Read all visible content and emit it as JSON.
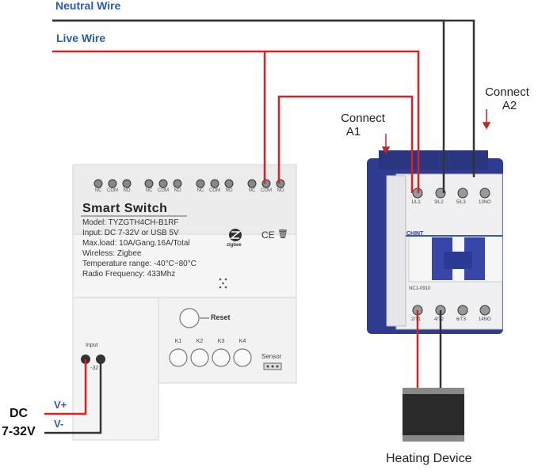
{
  "wires": {
    "neutral_label": "Neutral Wire",
    "live_label": "Live Wire",
    "neutral_color": "#333333",
    "live_color": "#e02020",
    "dc_positive_label": "V+",
    "dc_negative_label": "V-"
  },
  "power": {
    "line1": "DC",
    "line2": "7-32V"
  },
  "connect_a1": {
    "line1": "Connect",
    "line2": "A1"
  },
  "connect_a2": {
    "line1": "Connect",
    "line2": "A2"
  },
  "smart_switch": {
    "title": "Smart Switch",
    "specs": [
      "Model: TYZGTH4CH-B1RF",
      "Input: DC 7-32V or USB 5V",
      "Max.load: 10A/Gang.16A/Total",
      "Wireless: Zigbee",
      "Temperature range: -40°C~80°C",
      "Radio Frequency: 433Mhz"
    ],
    "terminals": [
      "NC",
      "COM",
      "NO",
      "NC",
      "COM",
      "NO",
      "NC",
      "COM",
      "NO",
      "NC",
      "COM",
      "NO"
    ],
    "zigbee_label": "zigbee",
    "ce_mark": "CE",
    "reset_label": "Reset",
    "keys": [
      "K1",
      "K2",
      "K3",
      "K4"
    ],
    "sensor_label": "Sensor",
    "input_label": "Input",
    "input_voltage": "-32"
  },
  "contactor": {
    "brand": "CHINT",
    "top_terminals": [
      "1/L1",
      "3/L2",
      "5/L3",
      "13NO"
    ],
    "bottom_terminals": [
      "2/T1",
      "4/T2",
      "6/T3",
      "14NO"
    ],
    "rating": "NC1-0910"
  },
  "load": {
    "label": "Heating Device"
  }
}
